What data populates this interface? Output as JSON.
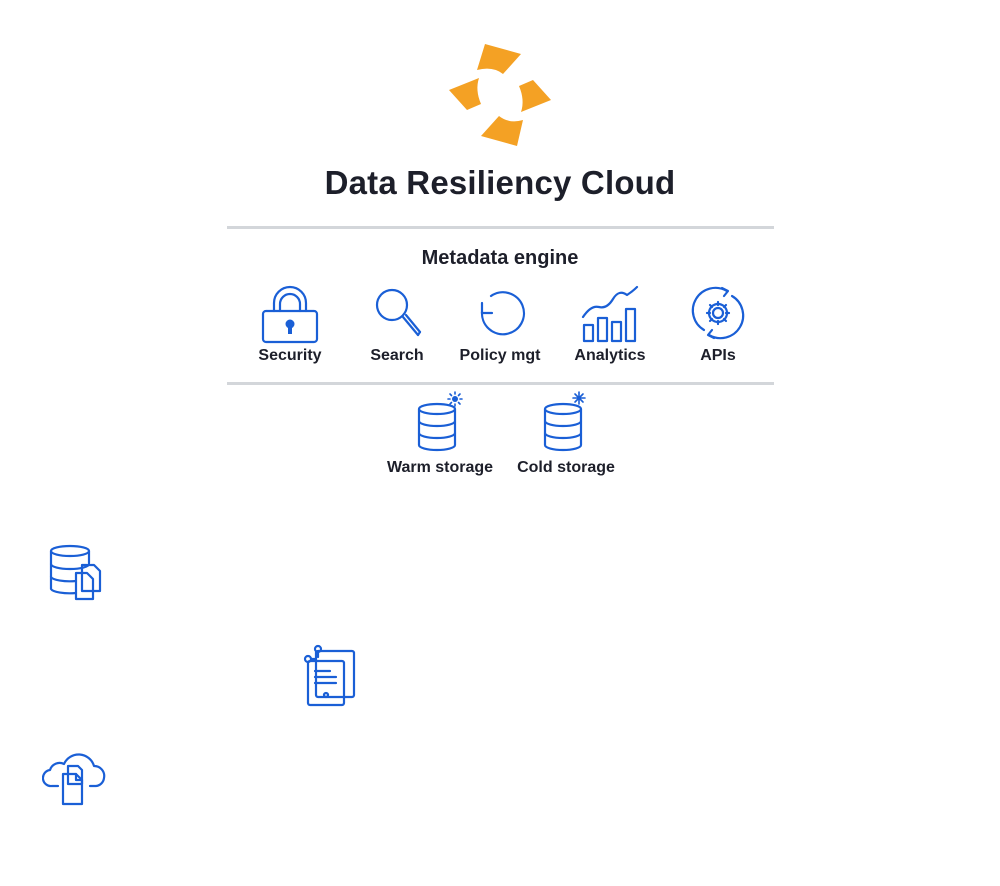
{
  "header": {
    "title": "Data Resiliency Cloud",
    "logo_icon": "pinwheel-logo-icon",
    "brand_color": "#f4a124"
  },
  "metadata_engine": {
    "title": "Metadata engine",
    "features": [
      {
        "label": "Security",
        "icon": "padlock-icon"
      },
      {
        "label": "Search",
        "icon": "magnifier-icon"
      },
      {
        "label": "Policy mgt",
        "icon": "circular-arrow-icon"
      },
      {
        "label": "Analytics",
        "icon": "bar-chart-trend-icon"
      },
      {
        "label": "APIs",
        "icon": "gear-sync-icon"
      }
    ]
  },
  "storage": {
    "tiers": [
      {
        "label": "Warm storage",
        "icon": "database-sun-icon"
      },
      {
        "label": "Cold storage",
        "icon": "database-snowflake-icon"
      }
    ]
  },
  "sources": [
    {
      "icon": "database-files-icon"
    },
    {
      "icon": "document-tablet-icon"
    },
    {
      "icon": "cloud-files-icon"
    }
  ],
  "colors": {
    "icon_blue": "#1a5fd6",
    "divider": "#d3d6da",
    "text": "#1d1f2a"
  }
}
